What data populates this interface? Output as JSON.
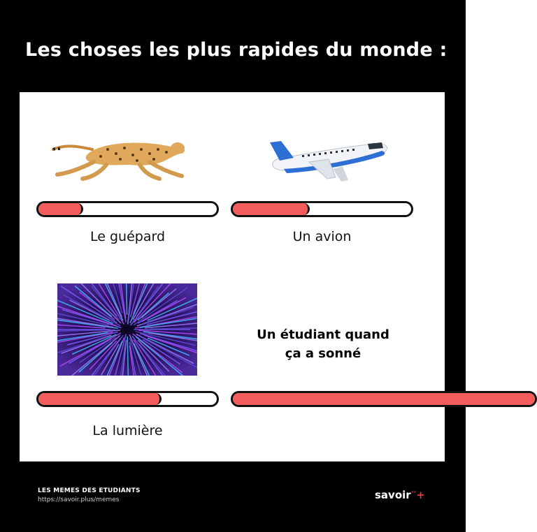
{
  "title": "Les choses les plus rapides du monde :",
  "items": [
    {
      "label": "Le guépard",
      "speed_fraction": 0.24,
      "image": "cheetah-image"
    },
    {
      "label": "Un avion",
      "speed_fraction": 0.42,
      "image": "airplane-image"
    },
    {
      "label": "La lumière",
      "speed_fraction": 0.68,
      "image": "light-speed-image"
    },
    {
      "label_line1": "Un étudiant quand",
      "label_line2": "ça a sonné",
      "speed_fraction": 1.0
    }
  ],
  "footer": {
    "brand": "LES MEMES DES ETUDIANTS",
    "url": "https://savoir.plus/memes",
    "logo_text": "savoir",
    "logo_plus": "+"
  },
  "colors": {
    "bar_fill": "#f45b5b",
    "logo_accent": "#e8363d"
  }
}
